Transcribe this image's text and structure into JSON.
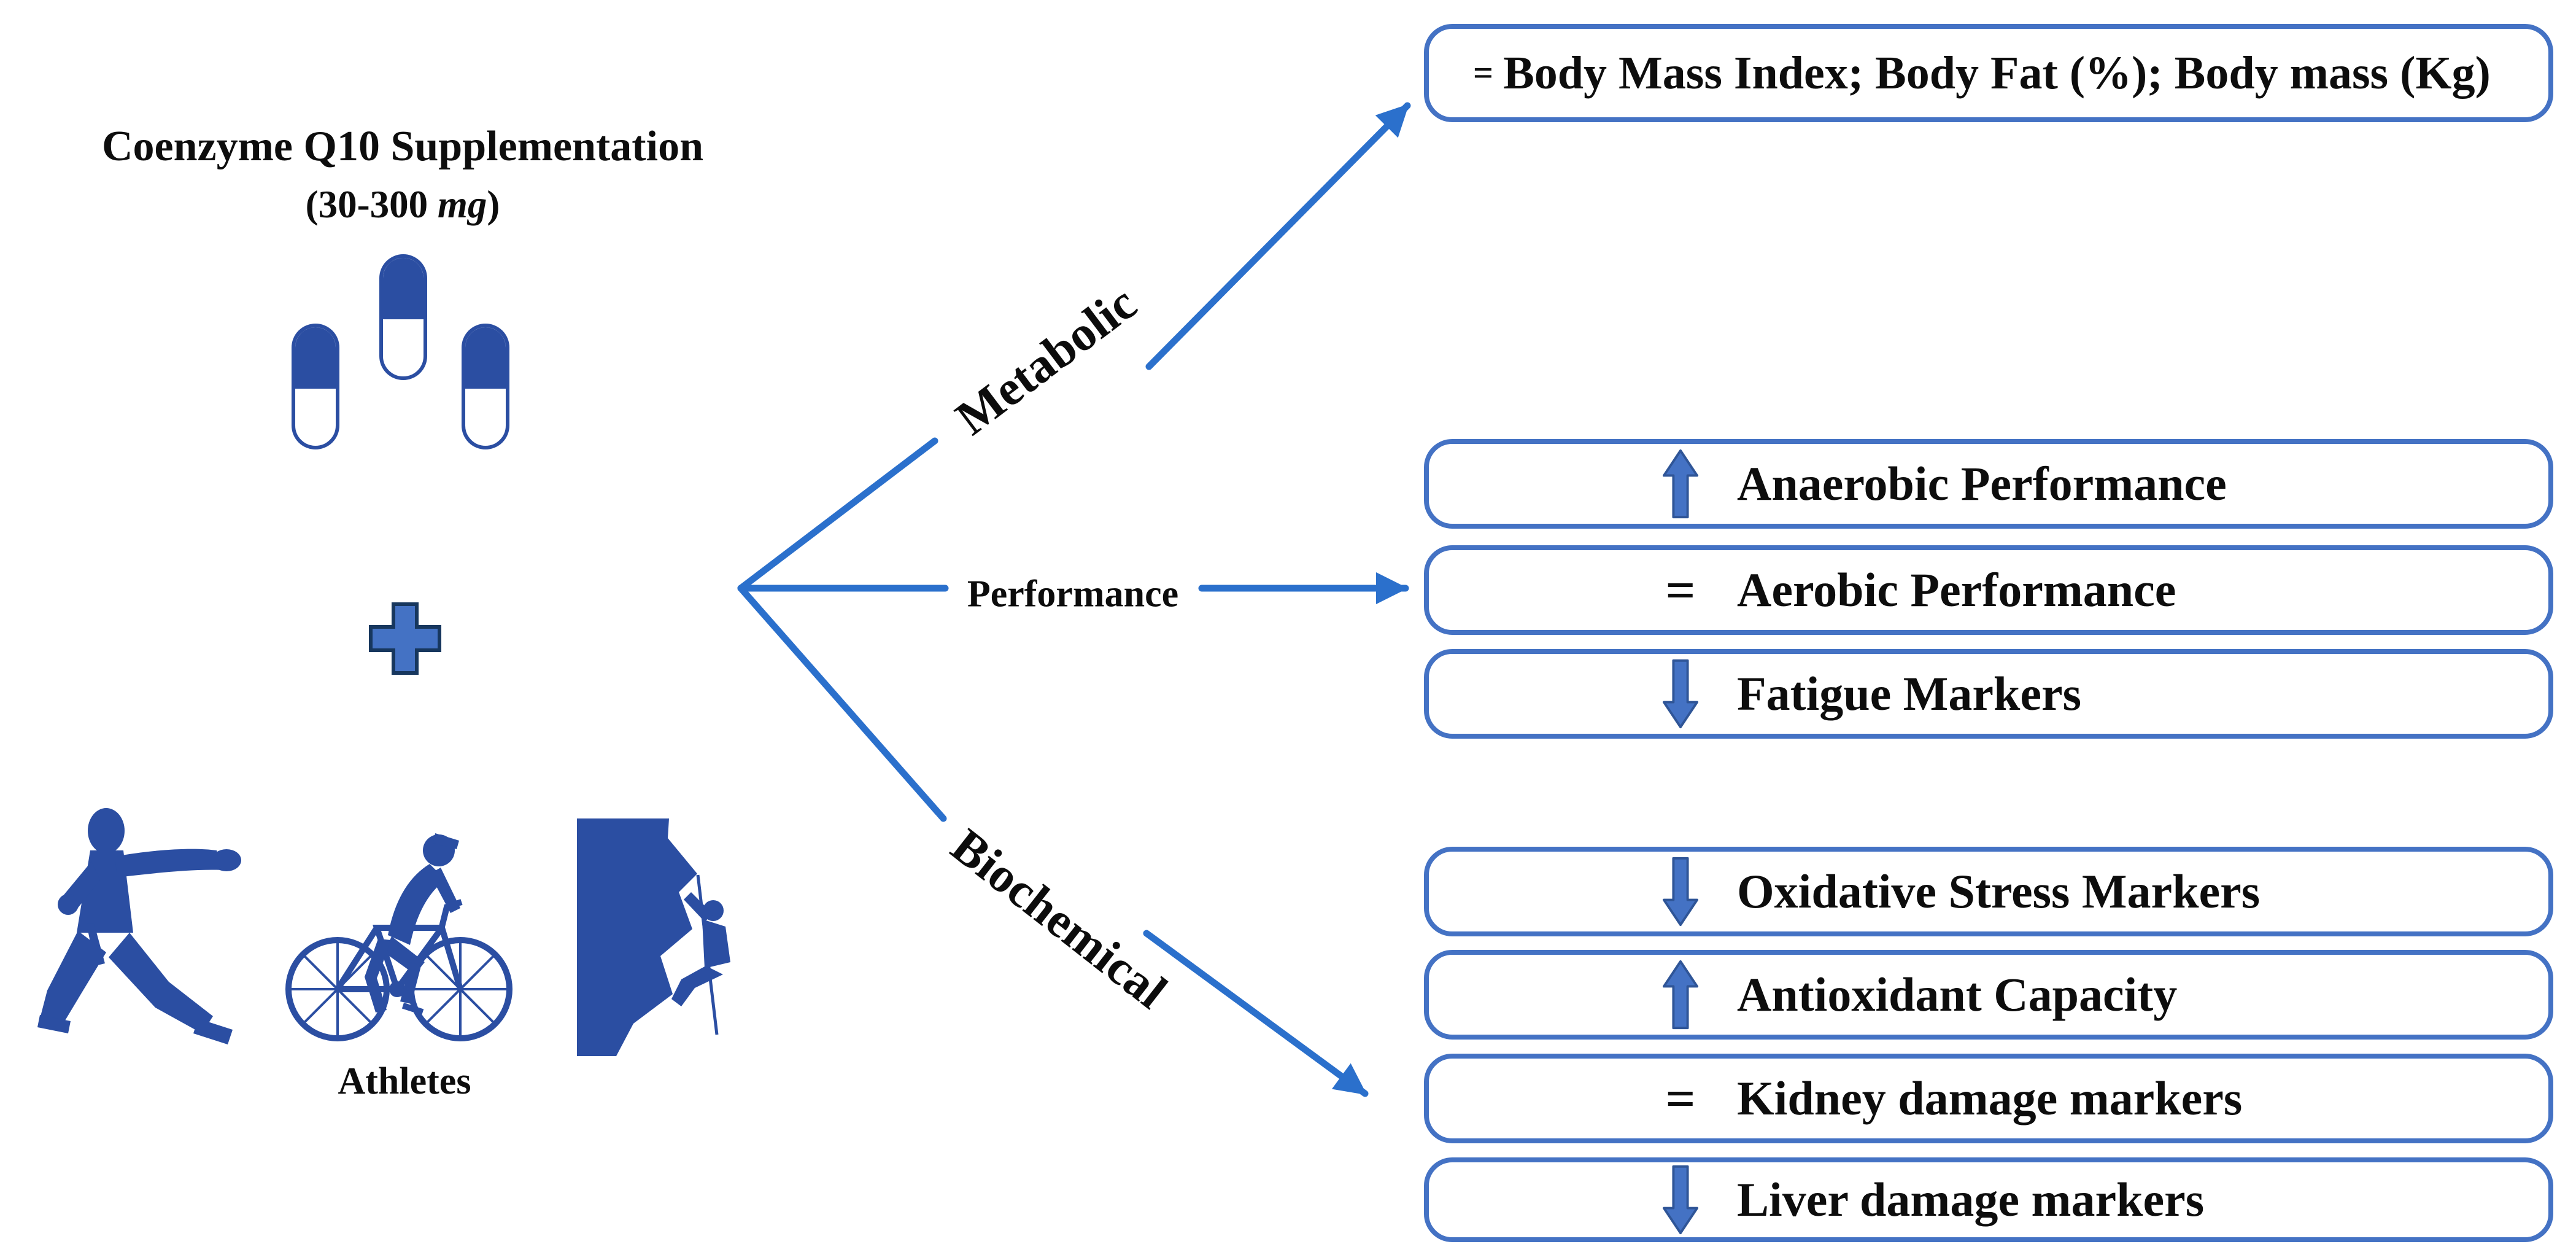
{
  "figure": {
    "title_line1": "Coenzyme Q10 Supplementation",
    "title_dose_prefix": "(30-300 ",
    "title_dose_italic": "mg",
    "title_dose_suffix": ")",
    "athletes_label": "Athletes"
  },
  "branches": [
    {
      "label": "Metabolic"
    },
    {
      "label": "Performance"
    },
    {
      "label": "Biochemical"
    }
  ],
  "boxes": [
    {
      "group": "metabolic",
      "symbol_type": "equals",
      "symbol": "=",
      "text": "Body Mass Index; Body Fat (%); Body mass (Kg)"
    },
    {
      "group": "performance",
      "symbol_type": "up",
      "text": "Anaerobic Performance"
    },
    {
      "group": "performance",
      "symbol_type": "equals",
      "symbol": "=",
      "text": "Aerobic Performance"
    },
    {
      "group": "performance",
      "symbol_type": "down",
      "text": "Fatigue Markers"
    },
    {
      "group": "biochemical",
      "symbol_type": "down",
      "text": "Oxidative Stress Markers"
    },
    {
      "group": "biochemical",
      "symbol_type": "up",
      "text": "Antioxidant Capacity"
    },
    {
      "group": "biochemical",
      "symbol_type": "equals",
      "symbol": "=",
      "text": "Kidney damage markers"
    },
    {
      "group": "biochemical",
      "symbol_type": "down",
      "text": "Liver damage markers"
    }
  ],
  "icons": {
    "pill_capsule": "capsule (x3)",
    "plus": "+",
    "karate_athlete": "martial-artist silhouette",
    "cyclist_athlete": "cyclist silhouette",
    "climber_athlete": "rock-climber silhouette",
    "increase": "block arrow up",
    "decrease": "block arrow down",
    "no_change": "="
  },
  "colors": {
    "silhouette_blue": "#2b4ea2",
    "branch_line_blue": "#2b70cc",
    "box_border_blue": "#4472c4",
    "block_arrow_fill": "#4472c4",
    "block_arrow_stroke": "#2f5597",
    "plus_fill": "#4472c4",
    "plus_stroke": "#17375e",
    "text_black": "#0d0d0d",
    "background": "#ffffff"
  }
}
